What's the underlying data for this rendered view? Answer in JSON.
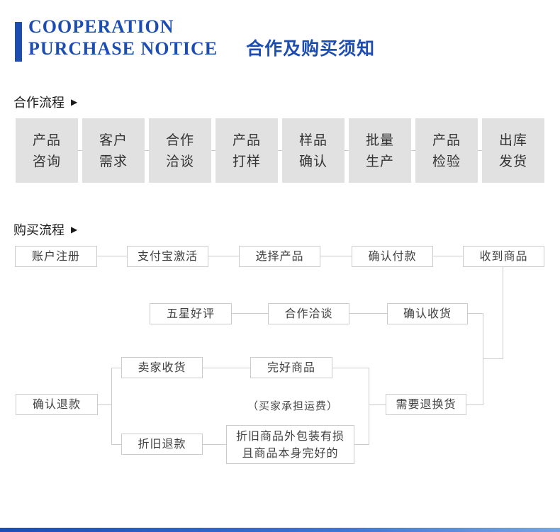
{
  "colors": {
    "accent_blue": "#1d4db0",
    "line_gray": "#cccccc",
    "step_box_gray": "#e2e1e1"
  },
  "icons": {
    "section_arrow": "▶"
  },
  "header": {
    "title_en_line1": "COOPERATION",
    "title_en_line2": "PURCHASE NOTICE",
    "title_cn": "合作及购买须知"
  },
  "cooperation_flow": {
    "heading": "合作流程",
    "steps": [
      {
        "line1": "产品",
        "line2": "咨询"
      },
      {
        "line1": "客户",
        "line2": "需求"
      },
      {
        "line1": "合作",
        "line2": "洽谈"
      },
      {
        "line1": "产品",
        "line2": "打样"
      },
      {
        "line1": "样品",
        "line2": "确认"
      },
      {
        "line1": "批量",
        "line2": "生产"
      },
      {
        "line1": "产品",
        "line2": "检验"
      },
      {
        "line1": "出库",
        "line2": "发货"
      }
    ]
  },
  "purchase_flow": {
    "heading": "购买流程",
    "nodes": {
      "account_register": "账户注册",
      "alipay_activate": "支付宝激活",
      "select_product": "选择产品",
      "confirm_payment": "确认付款",
      "receive_goods": "收到商品",
      "five_star_review": "五星好评",
      "cooperation_talk": "合作洽谈",
      "confirm_receipt": "确认收货",
      "confirm_refund": "确认退款",
      "seller_receive": "卖家收货",
      "intact_goods": "完好商品",
      "depreciation_refund": "折旧退款",
      "need_return_exchange": "需要退换货",
      "shipping_note": "（买家承担运费）",
      "depreciated_goods_line1": "折旧商品外包装有损",
      "depreciated_goods_line2": "且商品本身完好的"
    }
  }
}
